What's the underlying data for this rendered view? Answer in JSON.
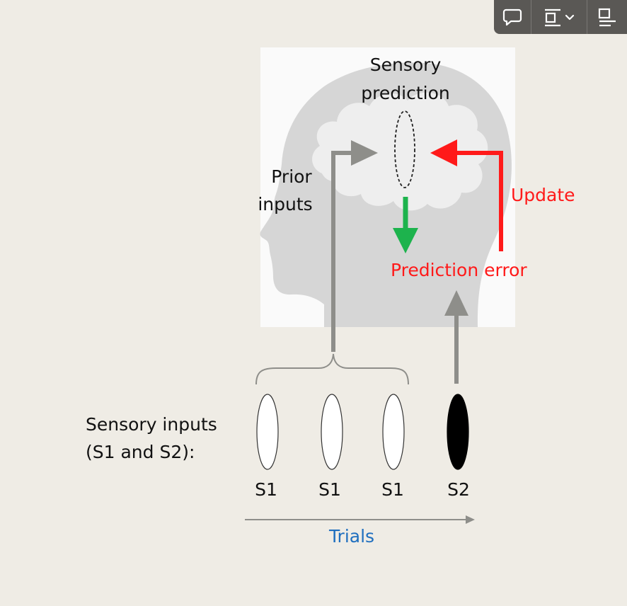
{
  "toolbar": {
    "icons": [
      "comment-icon",
      "layout-dropdown-icon",
      "align-icon"
    ]
  },
  "diagram": {
    "sensory_prediction": [
      "Sensory",
      "prediction"
    ],
    "prior_inputs": [
      "Prior",
      "inputs"
    ],
    "update": "Update",
    "prediction_error": "Prediction error",
    "sensory_inputs": [
      "Sensory inputs",
      "(S1 and S2):"
    ],
    "stimuli": [
      "S1",
      "S1",
      "S1",
      "S2"
    ],
    "trials": "Trials"
  },
  "colors": {
    "background": "#efece5",
    "head_panel": "#fafafa",
    "head": "#d6d6d6",
    "brain": "#eeeeee",
    "gray_arrow": "#8e8e8a",
    "red": "#ff1a1a",
    "green": "#1db34d",
    "trials_blue": "#1f6fbf"
  }
}
